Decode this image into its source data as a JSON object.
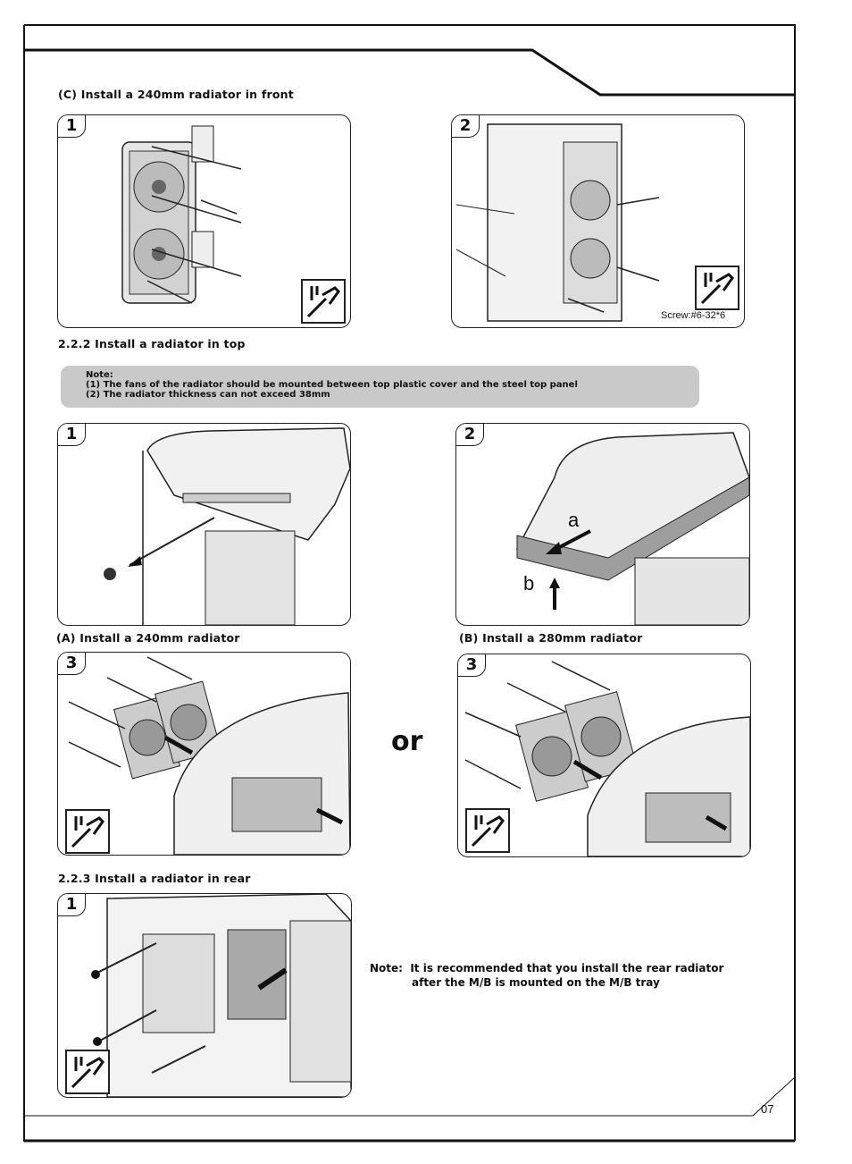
{
  "section_c": {
    "title": "(C) Install a 240mm radiator in front"
  },
  "front_steps": [
    {
      "number": "1"
    },
    {
      "number": "2",
      "screw_label": "Screw:#6-32*6"
    }
  ],
  "section_top": {
    "title": "2.2.2 Install a radiator in top",
    "note": {
      "heading": "Note:",
      "lines": [
        "(1) The fans of the radiator should be mounted between top plastic cover and the steel top panel",
        "(2) The radiator thickness can not exceed 38mm"
      ]
    },
    "step1": {
      "number": "1"
    },
    "step2": {
      "number": "2",
      "label_a": "a",
      "label_b": "b"
    },
    "option_a": {
      "title": "(A) Install a 240mm radiator",
      "number": "3"
    },
    "or_text": "or",
    "option_b": {
      "title": "(B) Install a 280mm radiator",
      "number": "3"
    }
  },
  "section_rear": {
    "title": "2.2.3 Install a radiator in rear",
    "step1": {
      "number": "1"
    },
    "note": {
      "prefix": "Note:",
      "line1": "It is recommended that you install the rear radiator",
      "line2": "after the M/B is mounted on the M/B tray"
    }
  },
  "page_number": "07",
  "icons": [
    "screwdriver-icon",
    "screwdriver-icon",
    "screwdriver-icon",
    "screwdriver-icon",
    "screwdriver-icon"
  ]
}
